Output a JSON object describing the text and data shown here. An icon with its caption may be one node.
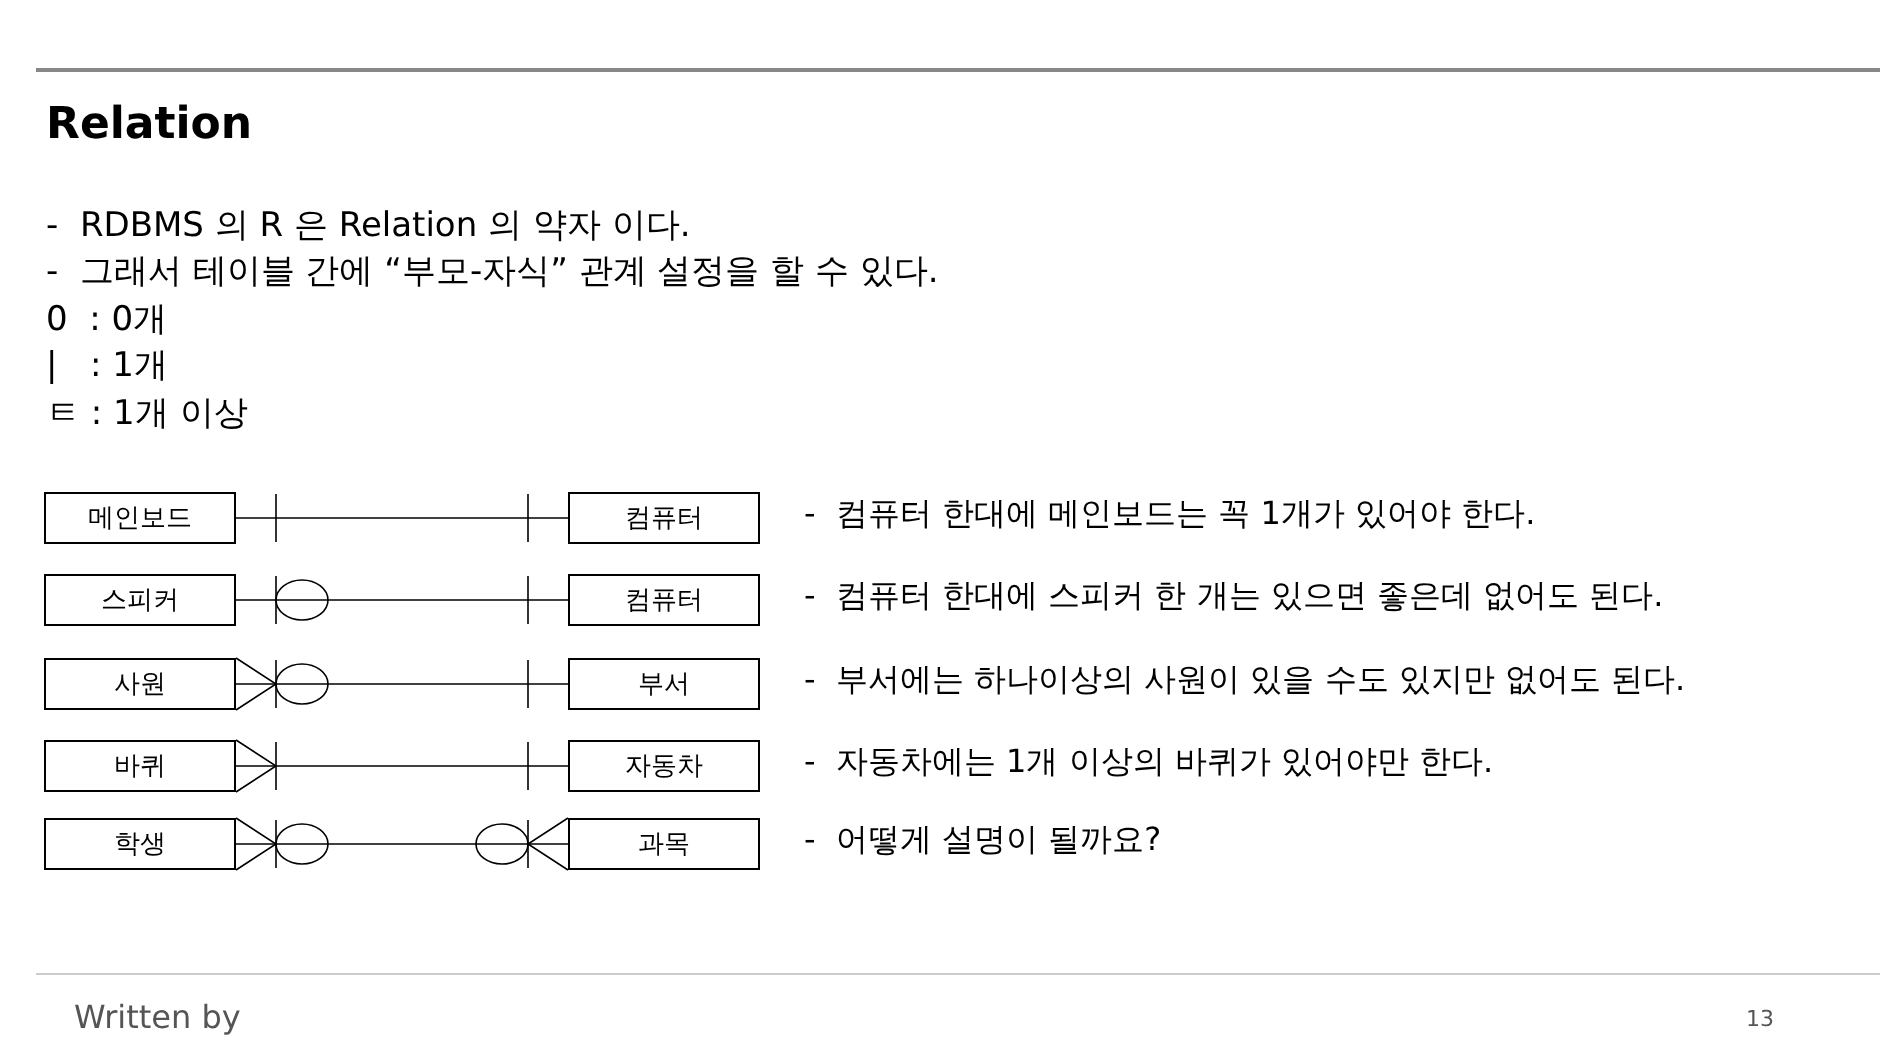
{
  "diagram": {
    "title": "Relation",
    "nodes": [
      {
        "text": [
          "메인보드"
        ]
      },
      {
        "text": [
          "컴퓨터"
        ]
      },
      {
        "text": [
          "스피커"
        ]
      },
      {
        "text": [
          "컴퓨터"
        ]
      },
      {
        "text": [
          "사원"
        ]
      },
      {
        "text": [
          "부서"
        ]
      },
      {
        "text": [
          "바퀴"
        ]
      },
      {
        "text": [
          "자동차"
        ]
      },
      {
        "text": [
          "학생"
        ]
      },
      {
        "text": [
          "과목"
        ]
      }
    ],
    "edges": [
      {
        "from": 0,
        "to": 1,
        "arrow": "other"
      },
      {
        "from": 2,
        "to": 3,
        "arrow": "other"
      },
      {
        "from": 4,
        "to": 5,
        "arrow": "other"
      },
      {
        "from": 6,
        "to": 7,
        "arrow": "other"
      },
      {
        "from": 8,
        "to": 9,
        "arrow": "other"
      }
    ],
    "labels": [
      "-  RDBMS 의 R 은 Relation 의 약자 이다.",
      "-  그래서 테이블 간에 “부모-자식” 관계 설정을 할 수 있다.",
      "0  : 0개",
      "|   : 1개",
      "ㅌ : 1개 이상",
      "-  컴퓨터 한대에 메인보드는 꼭 1개가 있어야 한다.",
      "-  컴퓨터 한대에 스피커 한 개는 있으면 좋은데 없어도 된다.",
      "-  부서에는 하나이상의 사원이 있을 수도 있지만 없어도 된다.",
      "-  자동차에는 1개 이상의 바퀴가 있어야만 한다.",
      "-  어떻게 설명이 될까요?",
      "Written by",
      "13"
    ]
  }
}
